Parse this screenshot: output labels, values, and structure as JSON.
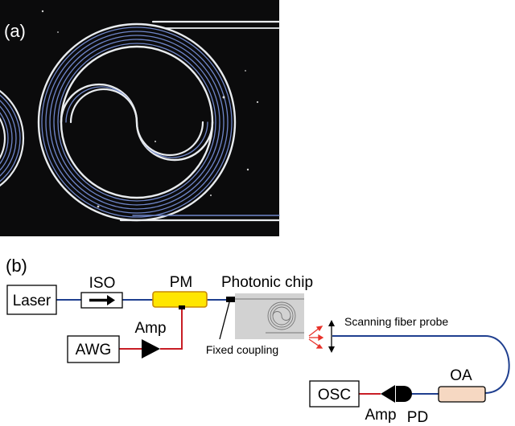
{
  "panel_a": {
    "label": "(a)"
  },
  "panel_b": {
    "label": "(b)"
  },
  "components": {
    "laser": "Laser",
    "iso": "ISO",
    "pm": "PM",
    "photonic_chip": "Photonic chip",
    "awg": "AWG",
    "amp_top": "Amp",
    "fixed_coupling": "Fixed coupling",
    "scanning_probe": "Scanning fiber probe",
    "oa": "OA",
    "osc": "OSC",
    "amp_bottom": "Amp",
    "pd": "PD"
  },
  "colors": {
    "photo_bg": "#0b0b0c",
    "waveguide": "#e9ecef",
    "waveguide_blue": "#6f86c9",
    "fiber": "#1f3f8f",
    "electrical": "#c81d25",
    "pm_fill": "#ffe600",
    "pm_stroke": "#c98a00",
    "oa_fill": "#f6d8c2",
    "chip_fill": "#d2d2d2",
    "scatter": "#e8322a"
  }
}
